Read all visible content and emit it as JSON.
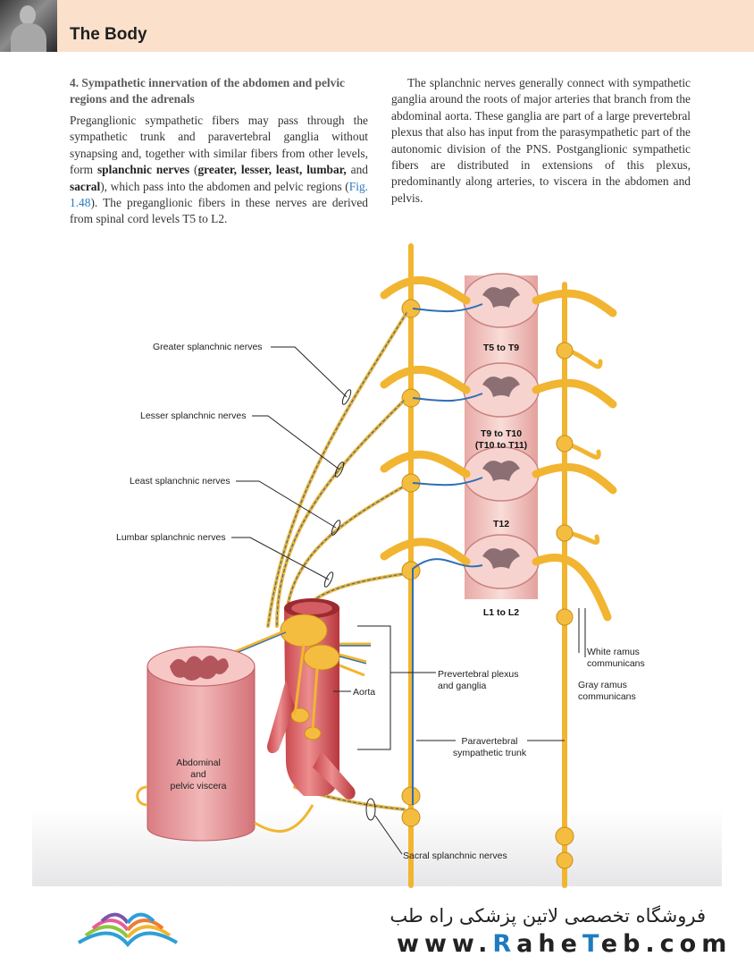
{
  "header": {
    "title": "The Body"
  },
  "section": {
    "heading": "4.  Sympathetic innervation of the abdomen and pelvic regions and the adrenals",
    "p1_a": "Preganglionic sympathetic fibers may pass through the sympathetic trunk and paravertebral ganglia without synapsing and, together with similar fibers from other levels, form ",
    "p1_b": "splanchnic nerves",
    "p1_c": " (",
    "p1_d": "greater, lesser, least, lumbar,",
    "p1_e": " and ",
    "p1_f": "sacral",
    "p1_g": "), which pass into the abdomen and pelvic regions (",
    "p1_ref": "Fig. 1.48",
    "p1_h": "). The preganglionic fibers in these nerves are derived from spinal cord levels T5 to L2.",
    "p2": "The splanchnic nerves generally connect with sympathetic ganglia around the roots of major arteries that branch from the abdominal aorta. These ganglia are part of a large prevertebral plexus that also has input from the parasympathetic part of the autonomic division of the PNS. Postganglionic sympathetic fibers are distributed in extensions of this plexus, predominantly along arteries, to viscera in the abdomen and pelvis."
  },
  "figure": {
    "labels": {
      "greater": "Greater splanchnic nerves",
      "lesser": "Lesser splanchnic nerves",
      "least": "Least splanchnic nerves",
      "lumbar": "Lumbar splanchnic nerves",
      "seg1": "T5 to T9",
      "seg2a": "T9 to T10",
      "seg2b": "(T10 to T11)",
      "seg3": "T12",
      "seg4": "L1 to L2",
      "white1": "White ramus",
      "white2": "communicans",
      "gray1": "Gray ramus",
      "gray2": "communicans",
      "prevert1": "Prevertebral plexus",
      "prevert2": "and ganglia",
      "aorta": "Aorta",
      "para1": "Paravertebral",
      "para2": "sympathetic trunk",
      "viscera1": "Abdominal",
      "viscera2": "and",
      "viscera3": "pelvic viscera",
      "sacral": "Sacral splanchnic nerves"
    },
    "colors": {
      "nerve": "#f2b531",
      "nerve_dark": "#c98d14",
      "fiber": "#2e6fb5",
      "artery": "#d9676a",
      "cord": "#f4c9c4",
      "grey_matter": "#8c6f73",
      "viscera": "#e59ca0"
    }
  },
  "watermark": {
    "persian": "فروشگاه تخصصی لاتین پزشکی  راه طب",
    "url_a": "www.",
    "url_b": "R",
    "url_c": "ahe",
    "url_d": "T",
    "url_e": "eb.com"
  }
}
